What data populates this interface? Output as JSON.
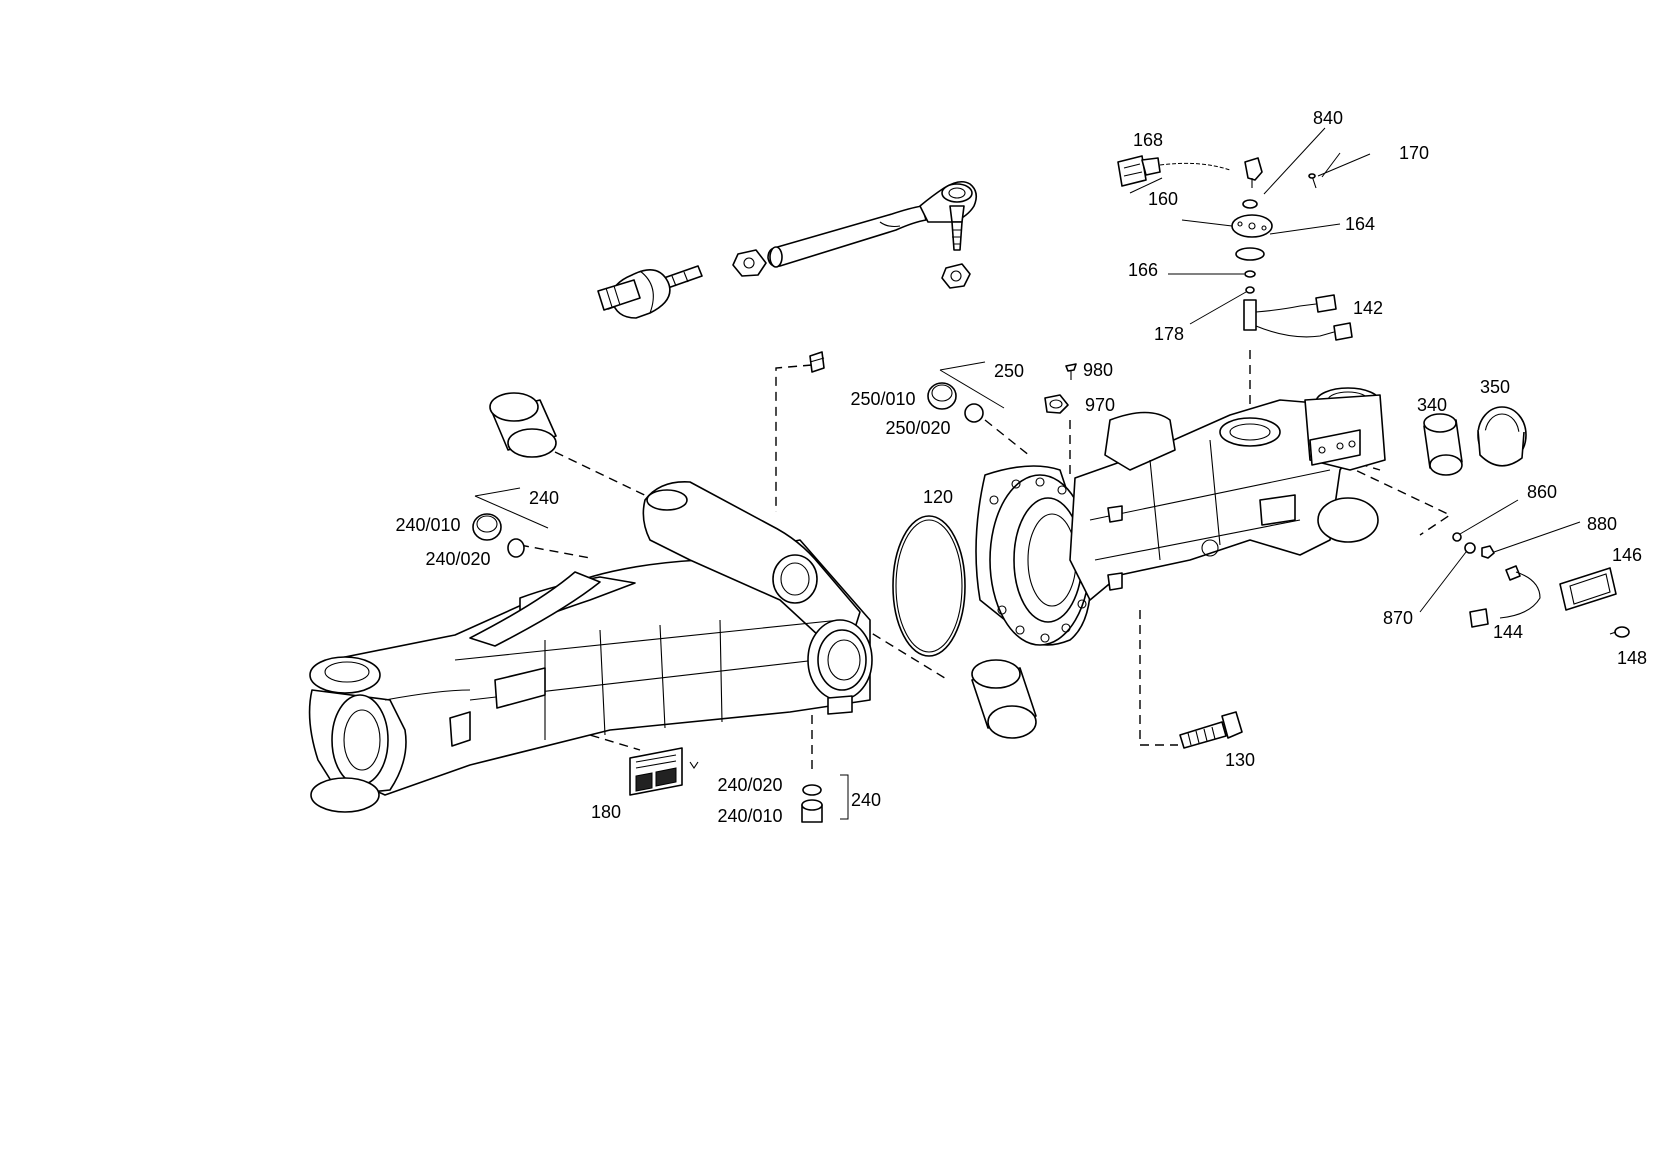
{
  "labels": {
    "p120": "120",
    "p130": "130",
    "p142": "142",
    "p144": "144",
    "p146": "146",
    "p148": "148",
    "p160": "160",
    "p164": "164",
    "p166": "166",
    "p168": "168",
    "p170": "170",
    "p178": "178",
    "p180": "180",
    "p240a": "240",
    "p240_010a": "240/010",
    "p240_020a": "240/020",
    "p240b": "240",
    "p240_020b": "240/020",
    "p240_010b": "240/010",
    "p250": "250",
    "p250_010": "250/010",
    "p250_020": "250/020",
    "p340": "340",
    "p350": "350",
    "p840": "840",
    "p860": "860",
    "p870": "870",
    "p880": "880",
    "p970": "970",
    "p980": "980"
  },
  "colors": {
    "line": "#000000",
    "background": "#ffffff"
  }
}
